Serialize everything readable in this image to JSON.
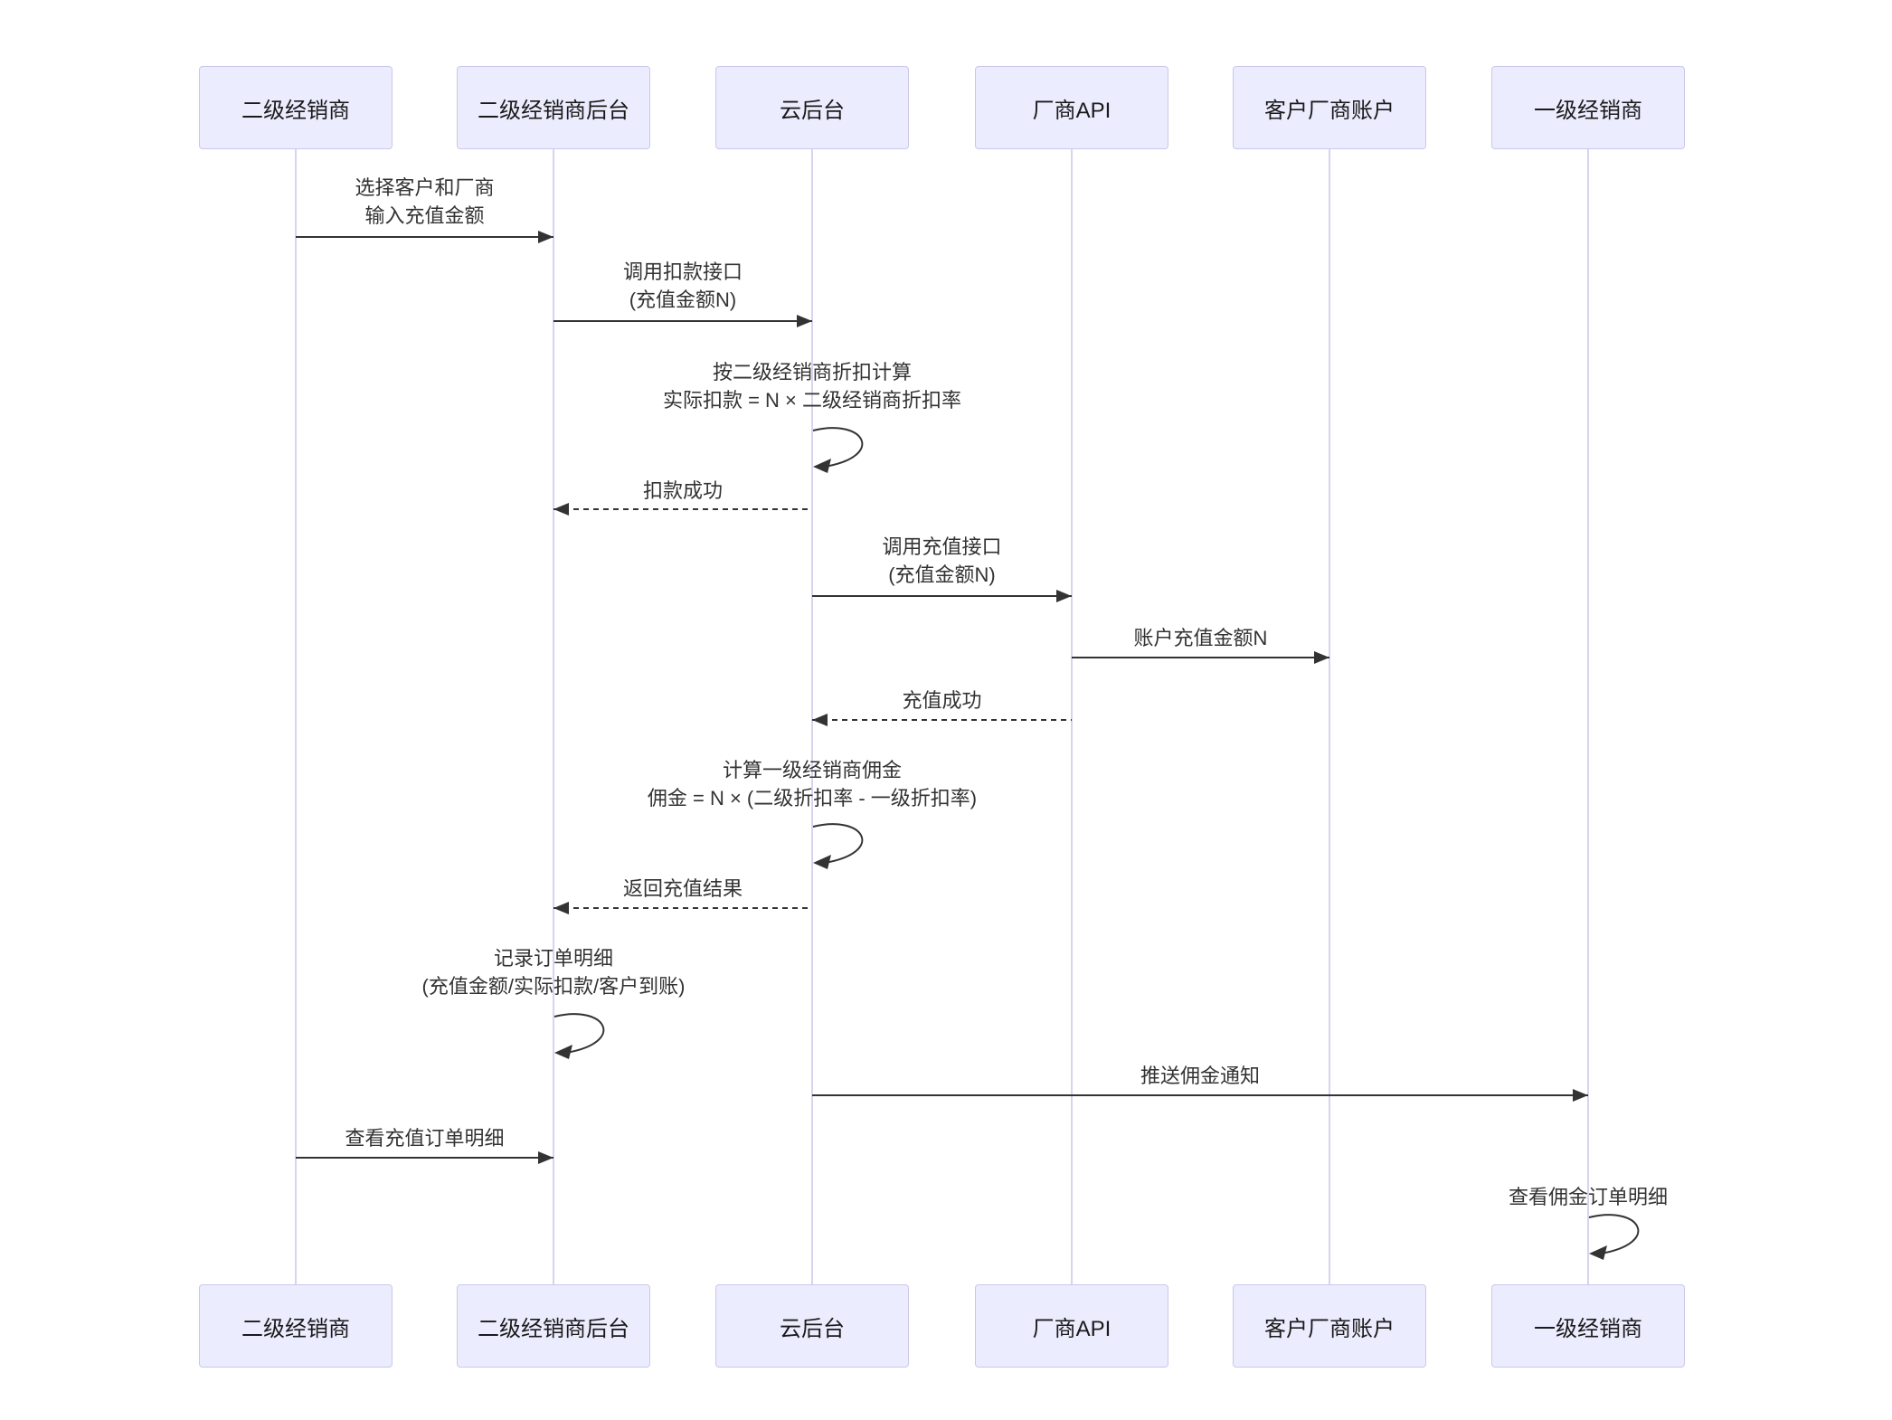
{
  "diagram": {
    "kind": "sequence-diagram",
    "background": "#ffffff",
    "colors": {
      "actor_fill": "#ECECFF",
      "actor_border": "#CBC7EA",
      "lifeline": "#D9D3F0",
      "arrow": "#333333",
      "text": "#333333"
    },
    "actors": [
      {
        "label": "二级经销商"
      },
      {
        "label": "二级经销商后台"
      },
      {
        "label": "云后台"
      },
      {
        "label": "厂商API"
      },
      {
        "label": "客户厂商账户"
      },
      {
        "label": "一级经销商"
      }
    ],
    "messages": [
      {
        "from": "二级经销商",
        "to": "二级经销商后台",
        "style": "solid",
        "line1": "选择客户和厂商",
        "line2": "输入充值金额"
      },
      {
        "from": "二级经销商后台",
        "to": "云后台",
        "style": "solid",
        "line1": "调用扣款接口",
        "line2": "(充值金额N)"
      },
      {
        "from": "云后台",
        "to": "云后台",
        "style": "self",
        "line1": "按二级经销商折扣计算",
        "line2": "实际扣款 = N × 二级经销商折扣率"
      },
      {
        "from": "云后台",
        "to": "二级经销商后台",
        "style": "dashed",
        "line1": "扣款成功"
      },
      {
        "from": "云后台",
        "to": "厂商API",
        "style": "solid",
        "line1": "调用充值接口",
        "line2": "(充值金额N)"
      },
      {
        "from": "厂商API",
        "to": "客户厂商账户",
        "style": "solid",
        "line1": "账户充值金额N"
      },
      {
        "from": "厂商API",
        "to": "云后台",
        "style": "dashed",
        "line1": "充值成功"
      },
      {
        "from": "云后台",
        "to": "云后台",
        "style": "self",
        "line1": "计算一级经销商佣金",
        "line2": "佣金 = N × (二级折扣率 - 一级折扣率)"
      },
      {
        "from": "云后台",
        "to": "二级经销商后台",
        "style": "dashed",
        "line1": "返回充值结果"
      },
      {
        "from": "二级经销商后台",
        "to": "二级经销商后台",
        "style": "self",
        "line1": "记录订单明细",
        "line2": "(充值金额/实际扣款/客户到账)"
      },
      {
        "from": "云后台",
        "to": "一级经销商",
        "style": "solid",
        "line1": "推送佣金通知"
      },
      {
        "from": "二级经销商",
        "to": "二级经销商后台",
        "style": "solid",
        "line1": "查看充值订单明细"
      },
      {
        "from": "一级经销商",
        "to": "一级经销商",
        "style": "self",
        "line1": "查看佣金订单明细"
      }
    ]
  }
}
